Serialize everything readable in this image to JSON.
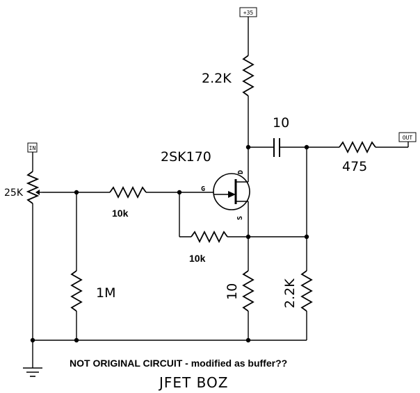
{
  "ports": {
    "supply": "+35",
    "input": "IN",
    "output": "OUT"
  },
  "components": {
    "r_drain": "2.2K",
    "c_out": "10",
    "r_out": "475",
    "jfet": "2SK170",
    "pot": "25K",
    "r_gate": "10k",
    "r_feedback": "10k",
    "r_bias": "1M",
    "r_source": "10",
    "r_load": "2.2K"
  },
  "pins": {
    "gate": "G",
    "drain": "D",
    "source": "S"
  },
  "note": "NOT ORIGINAL CIRCUIT - modified as buffer??",
  "title": "JFET BOZ"
}
